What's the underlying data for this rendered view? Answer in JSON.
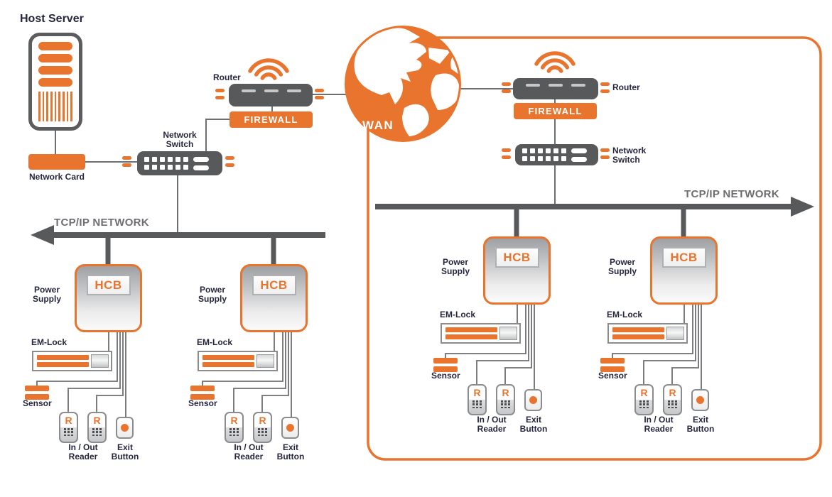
{
  "colors": {
    "accent_orange": "#E8742E",
    "device_gray": "#58595B",
    "wire_gray": "#6D6E71",
    "label_ink": "#26263E"
  },
  "wan": {
    "label": "WAN"
  },
  "left_site": {
    "host_server_label": "Host Server",
    "network_card_label": "Network Card",
    "router_label": "Router",
    "firewall_label": "FIREWALL",
    "switch_label_line1": "Network",
    "switch_label_line2": "Switch",
    "bus_label": "TCP/IP NETWORK",
    "groups": [
      {
        "controller_label": "HCB",
        "power_supply_label_line1": "Power",
        "power_supply_label_line2": "Supply",
        "em_lock_label": "EM-Lock",
        "sensor_label": "Sensor",
        "reader_letter": "R",
        "in_out_reader_label_line1": "In / Out",
        "in_out_reader_label_line2": "Reader",
        "exit_button_label_line1": "Exit",
        "exit_button_label_line2": "Button"
      },
      {
        "controller_label": "HCB",
        "power_supply_label_line1": "Power",
        "power_supply_label_line2": "Supply",
        "em_lock_label": "EM-Lock",
        "sensor_label": "Sensor",
        "reader_letter": "R",
        "in_out_reader_label_line1": "In / Out",
        "in_out_reader_label_line2": "Reader",
        "exit_button_label_line1": "Exit",
        "exit_button_label_line2": "Button"
      }
    ]
  },
  "right_site": {
    "router_label": "Router",
    "firewall_label": "FIREWALL",
    "switch_label_line1": "Network",
    "switch_label_line2": "Switch",
    "bus_label": "TCP/IP NETWORK",
    "groups": [
      {
        "controller_label": "HCB",
        "power_supply_label_line1": "Power",
        "power_supply_label_line2": "Supply",
        "em_lock_label": "EM-Lock",
        "sensor_label": "Sensor",
        "reader_letter": "R",
        "in_out_reader_label_line1": "In / Out",
        "in_out_reader_label_line2": "Reader",
        "exit_button_label_line1": "Exit",
        "exit_button_label_line2": "Button"
      },
      {
        "controller_label": "HCB",
        "power_supply_label_line1": "Power",
        "power_supply_label_line2": "Supply",
        "em_lock_label": "EM-Lock",
        "sensor_label": "Sensor",
        "reader_letter": "R",
        "in_out_reader_label_line1": "In / Out",
        "in_out_reader_label_line2": "Reader",
        "exit_button_label_line1": "Exit",
        "exit_button_label_line2": "Button"
      }
    ]
  }
}
